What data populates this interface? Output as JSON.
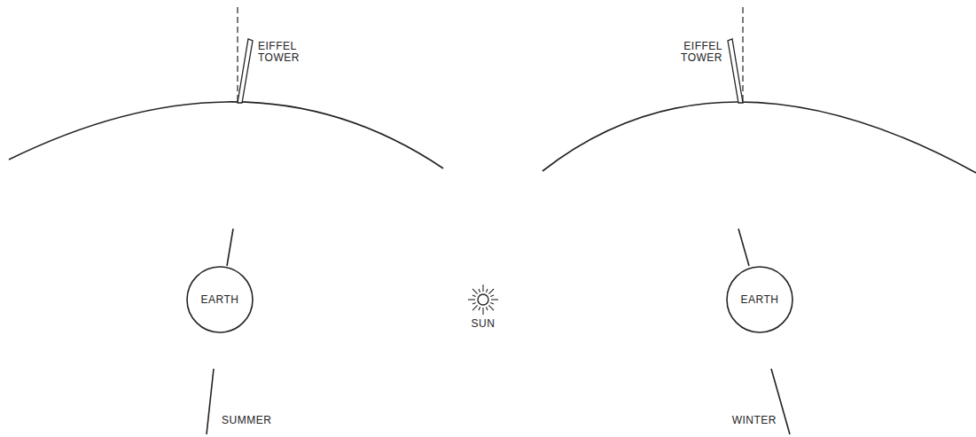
{
  "diagram": {
    "nodes": [
      {
        "text": [
          "EARTH"
        ]
      },
      {
        "text": [
          "EARTH"
        ]
      }
    ],
    "labels": [
      "EIFFEL TOWER",
      "EIFFEL TOWER",
      "SUN",
      "SUMMER",
      "WINTER"
    ]
  }
}
